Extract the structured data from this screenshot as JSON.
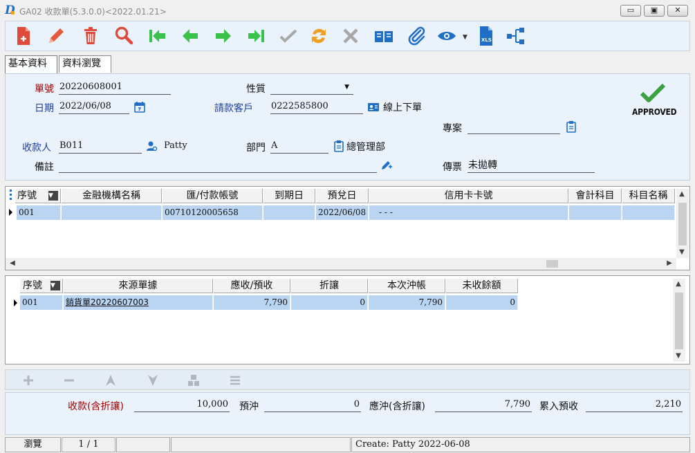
{
  "window": {
    "title": "GA02 收款單(5.3.0.0)<2022.01.21>",
    "controls": [
      "minimize",
      "restore",
      "close"
    ]
  },
  "toolbar": {
    "icons": [
      "new-icon",
      "edit-icon",
      "delete-icon",
      "search-icon",
      "first-record-icon",
      "previous-record-icon",
      "next-record-icon",
      "last-record-icon",
      "confirm-icon",
      "refresh-icon",
      "cancel-icon",
      "book-icon",
      "attachment-icon",
      "view-icon",
      "xls-export-icon",
      "workflow-icon"
    ]
  },
  "tabs": [
    {
      "label": "基本資料",
      "active": true
    },
    {
      "label": "資料瀏覽",
      "active": false
    }
  ],
  "form": {
    "doc_no_label": "單號",
    "doc_no": "20220608001",
    "nature_label": "性質",
    "nature": "",
    "date_label": "日期",
    "date": "2022/06/08",
    "customer_label": "請款客戶",
    "customer_code": "0222585800",
    "customer_name": "線上下單",
    "project_label": "專案",
    "project": "",
    "receiver_label": "收款人",
    "receiver_code": "B011",
    "receiver_name": "Patty",
    "dept_label": "部門",
    "dept_code": "A",
    "dept_name": "總管理部",
    "memo_label": "備註",
    "memo": "",
    "voucher_label": "傳票",
    "voucher": "未拋轉",
    "status": "APPROVED"
  },
  "grid1": {
    "columns": [
      "序號",
      "金融機構名稱",
      "匯/付款帳號",
      "到期日",
      "預兌日",
      "信用卡卡號",
      "會計科目",
      "科目名稱"
    ],
    "rows": [
      [
        "001",
        "",
        "00710120005658",
        "",
        "2022/06/08",
        " -   -   -",
        "",
        ""
      ]
    ]
  },
  "grid2": {
    "columns": [
      "序號",
      "來源單據",
      "應收/預收",
      "折讓",
      "本次沖帳",
      "未收餘額"
    ],
    "rows": [
      [
        "001",
        "銷貨單20220607003",
        "7,790",
        "0",
        "7,790",
        "0"
      ]
    ]
  },
  "summary": {
    "received_label": "收款(含折讓)",
    "received": "10,000",
    "prepaid_label": "預沖",
    "prepaid": "0",
    "offset_label": "應沖(含折讓)",
    "offset": "7,790",
    "accum_label": "累入預收",
    "accum": "2,210"
  },
  "statusbar": {
    "mode": "瀏覽",
    "page": "1 / 1",
    "created": "Create: Patty 2022-06-08"
  },
  "colors": {
    "red_label": "#a00000",
    "blue_label": "#1f3fa0",
    "panel_bg": "#eaf3fc",
    "row_selected": "#b9d5f1",
    "approved_green": "#3aa040"
  }
}
